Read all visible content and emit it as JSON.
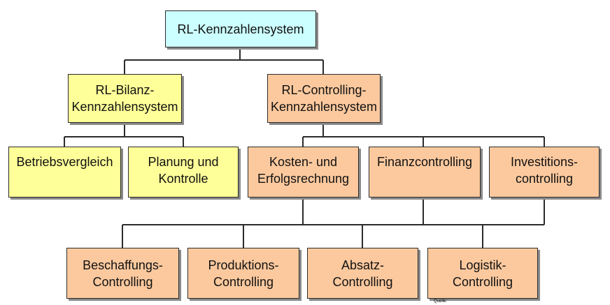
{
  "colors": {
    "root": "#ccffff",
    "bilanz": "#ffff99",
    "controlling": "#fcc99e",
    "line": "#2b2b2b"
  },
  "root": {
    "label": "RL-Kennzahlensystem"
  },
  "level1": {
    "bilanz": "RL-Bilanz-\nKennzahlensystem",
    "controlling": "RL-Controlling-\nKennzahlensystem"
  },
  "level2": {
    "betriebsvergleich": "Betriebsvergleich",
    "planung": "Planung und\nKontrolle",
    "kosten": "Kosten- und\nErfolgsrechnung",
    "finanz": "Finanzcontrolling",
    "investition": "Investitions-\ncontrolling"
  },
  "level3": {
    "beschaffung": "Beschaffungs-\nControlling",
    "produktion": "Produktions-\nControlling",
    "absatz": "Absatz-\nControlling",
    "logistik": "Logistik-\nControlling"
  },
  "footer": {
    "source": "Quelle:"
  }
}
